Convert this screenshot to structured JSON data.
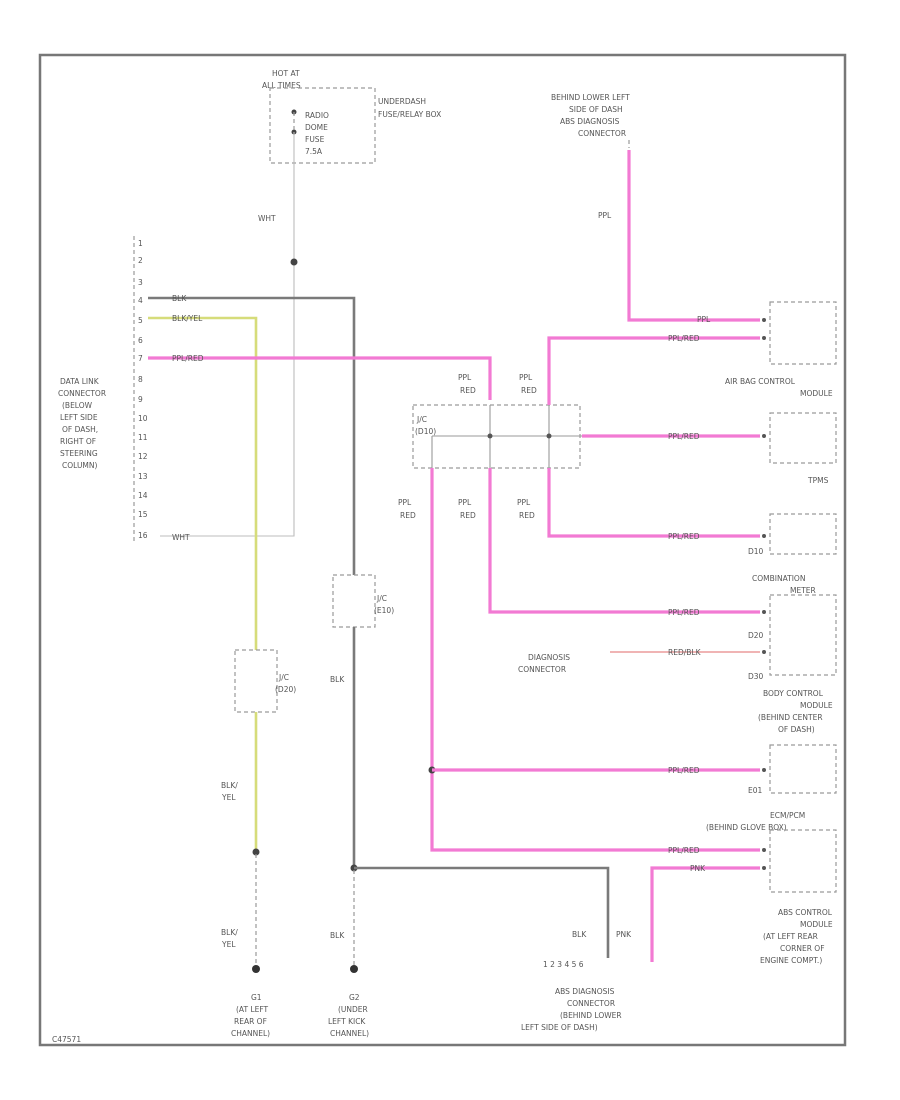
{
  "colors": {
    "pink": "#f27ad3",
    "pink_light": "#f5a3c4",
    "gray": "#7a7a7a",
    "white_wire": "#bdbdbd",
    "yellow": "#d6dc7a",
    "red": "#e06a6a",
    "dark": "#444444"
  },
  "labels": {
    "hot_at": "HOT AT",
    "all_times": "ALL TIMES",
    "fuse_box_line1": "UNDERDASH",
    "fuse_box_line2": "FUSE/RELAY BOX",
    "fuse_line1": "RADIO",
    "fuse_line2": "DOME",
    "fuse_line3": "FUSE",
    "fuse_line4": "7.5A",
    "wht_top": "WHT",
    "abs_diag_top_line1": "BEHIND LOWER LEFT",
    "abs_diag_top_line2": "SIDE OF DASH",
    "abs_diag_top_line3": "ABS DIAGNOSIS",
    "abs_diag_top_line4": "CONNECTOR",
    "ppl_vertical": "PPL",
    "dlc_pin1": "1",
    "dlc_pin2": "2",
    "dlc_pin3": "3",
    "dlc_pin4": "4",
    "dlc_pin5": "5",
    "dlc_pin6": "6",
    "dlc_pin7": "7",
    "dlc_pin8": "8",
    "dlc_pin9": "9",
    "dlc_pin10": "10",
    "dlc_pin11": "11",
    "dlc_pin12": "12",
    "dlc_pin13": "13",
    "dlc_pin14": "14",
    "dlc_pin15": "15",
    "dlc_pin16": "16",
    "wire_blk": "BLK",
    "wire_blk_yel": "BLK/YEL",
    "wire_ppl_red": "PPL/RED",
    "wire_wht": "WHT",
    "dlc_line1": "DATA LINK",
    "dlc_line2": "CONNECTOR",
    "dlc_line3": "(BELOW",
    "dlc_line4": "LEFT SIDE",
    "dlc_line5": "OF DASH,",
    "dlc_line6": "RIGHT OF",
    "dlc_line7": "STEERING",
    "dlc_line8": "COLUMN)",
    "ppl": "PPL",
    "ppl_red": "PPL/RED",
    "red": "RED",
    "jc_top_line1": "J/C",
    "jc_top_line2": "(D10)",
    "srs_module_line1": "AIR BAG CONTROL",
    "srs_module_line2": "MODULE",
    "tpms": "TPMS",
    "d10": "D10",
    "combination_meter_line1": "COMBINATION",
    "combination_meter_line2": "METER",
    "d20": "D20",
    "d30": "D30",
    "diag_conn_line1": "DIAGNOSIS",
    "diag_conn_line2": "CONNECTOR",
    "red_blk": "RED/BLK",
    "bcm_line1": "BODY CONTROL",
    "bcm_line2": "MODULE",
    "bcm_line3": "(BEHIND CENTER",
    "bcm_line4": "OF DASH)",
    "e01": "E01",
    "ecm_line1": "ECM/PCM",
    "ecm_line2": "(BEHIND GLOVE BOX)",
    "pnk": "PNK",
    "abs_module_line1": "ABS CONTROL",
    "abs_module_line2": "MODULE",
    "abs_module_line3": "(AT LEFT REAR",
    "abs_module_line4": "CORNER OF",
    "abs_module_line5": "ENGINE COMPT.)",
    "jc_d20_line1": "J/C",
    "jc_d20_line2": "(D20)",
    "jc_e10_line1": "J/C",
    "jc_e10_line2": "(E10)",
    "blk_yel_v1": "BLK/",
    "blk_yel_v2": "YEL",
    "blk": "BLK",
    "pnk_bottom": "PNK",
    "abs_pins": "1 2 3 4 5 6",
    "abs_diag_bottom_line1": "ABS DIAGNOSIS",
    "abs_diag_bottom_line2": "CONNECTOR",
    "abs_diag_bottom_line3": "(BEHIND LOWER",
    "abs_diag_bottom_line4": "LEFT SIDE OF DASH)",
    "g1_line1": "G1",
    "g1_line2": "(AT LEFT",
    "g1_line3": "REAR OF",
    "g1_line4": "CHANNEL)",
    "g2_line1": "G2",
    "g2_line2": "(UNDER",
    "g2_line3": "LEFT KICK",
    "g2_line4": "CHANNEL)",
    "code": "C47571"
  }
}
